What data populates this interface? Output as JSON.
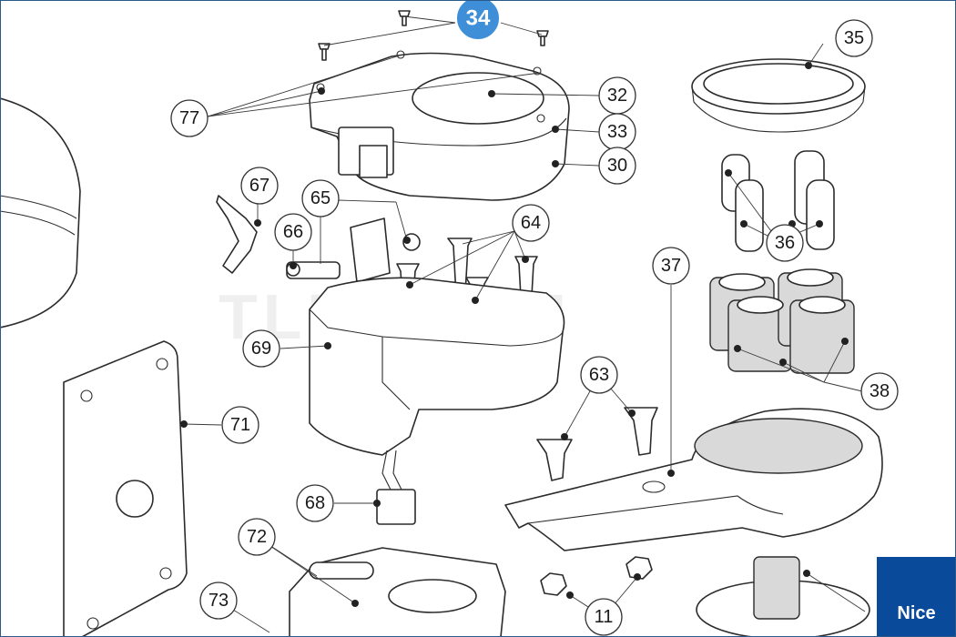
{
  "brand": {
    "logo_text": "Nice",
    "logo_color": "#0a4a9a",
    "highlight_color": "#3f8fd8"
  },
  "watermark": "TLUSCOM",
  "highlighted": "34",
  "callouts": [
    {
      "id": "c34",
      "label": "34",
      "highlight": true
    },
    {
      "id": "c35",
      "label": "35"
    },
    {
      "id": "c32",
      "label": "32"
    },
    {
      "id": "c33",
      "label": "33"
    },
    {
      "id": "c30",
      "label": "30"
    },
    {
      "id": "c77",
      "label": "77"
    },
    {
      "id": "c67",
      "label": "67"
    },
    {
      "id": "c65",
      "label": "65"
    },
    {
      "id": "c66",
      "label": "66"
    },
    {
      "id": "c64",
      "label": "64"
    },
    {
      "id": "c36",
      "label": "36"
    },
    {
      "id": "c37",
      "label": "37"
    },
    {
      "id": "c69",
      "label": "69"
    },
    {
      "id": "c63",
      "label": "63"
    },
    {
      "id": "c38",
      "label": "38"
    },
    {
      "id": "c71",
      "label": "71"
    },
    {
      "id": "c68",
      "label": "68"
    },
    {
      "id": "c72",
      "label": "72"
    },
    {
      "id": "c73",
      "label": "73"
    },
    {
      "id": "c11",
      "label": "11"
    }
  ]
}
